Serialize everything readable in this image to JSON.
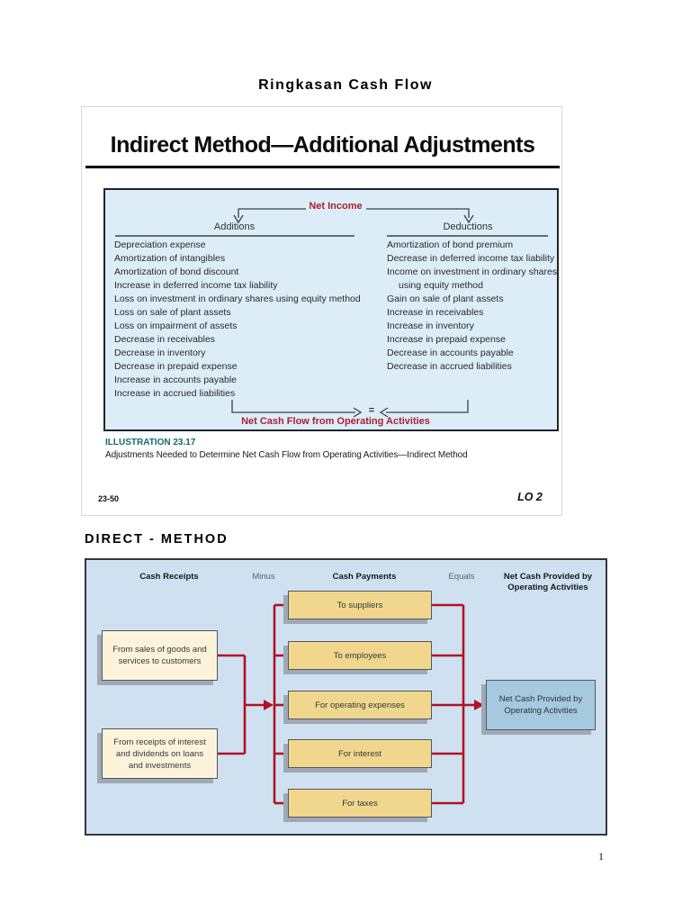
{
  "page": {
    "title": "Ringkasan Cash Flow",
    "page_number": "1"
  },
  "slide1": {
    "title": "Indirect Method—Additional Adjustments",
    "net_income_label": "Net Income",
    "additions_header": "Additions",
    "deductions_header": "Deductions",
    "additions": [
      "Depreciation expense",
      "Amortization of intangibles",
      "Amortization of bond discount",
      "Increase in deferred income tax liability",
      "Loss on investment in ordinary shares using equity method",
      "Loss on sale of plant assets",
      "Loss on impairment of assets",
      "Decrease in receivables",
      "Decrease in inventory",
      "Decrease in prepaid expense",
      "Increase in accounts payable",
      "Increase in accrued liabilities"
    ],
    "deductions": [
      "Amortization of bond premium",
      "Decrease in deferred income tax liability",
      "Income on investment in ordinary shares",
      "  using equity method",
      "Gain on sale of plant assets",
      "Increase in receivables",
      "Increase in inventory",
      "Increase in prepaid expense",
      "Decrease in accounts payable",
      "Decrease in accrued liabilities"
    ],
    "equals_sign": "=",
    "net_cash_label": "Net Cash Flow from Operating Activities",
    "illustration_label": "ILLUSTRATION 23.17",
    "caption": "Adjustments Needed to Determine Net Cash Flow from Operating Activities—Indirect Method",
    "slide_number": "23-50",
    "lo_label": "LO 2"
  },
  "section2": {
    "heading": "DIRECT - METHOD",
    "headers": [
      "Cash Receipts",
      "Minus",
      "Cash Payments",
      "Equals",
      "Net Cash Provided by Operating Activities"
    ],
    "receipt_boxes": [
      "From sales of goods and services to customers",
      "From receipts of interest and dividends on loans and investments"
    ],
    "payment_boxes": [
      "To suppliers",
      "To employees",
      "For operating expenses",
      "For interest",
      "For taxes"
    ],
    "result_box": "Net Cash Provided by Operating Activities"
  },
  "colors": {
    "accent-red": "#ab1f2e",
    "teal": "#116b6d",
    "ind-bg": "#ddedf8",
    "dir-bg": "#cfe1f0",
    "yellow": "#f1d78d",
    "cream": "#fcf3da",
    "bluebox": "#a5c9df",
    "shadow": "#9fa9b6",
    "boxborder": "#54565c"
  }
}
